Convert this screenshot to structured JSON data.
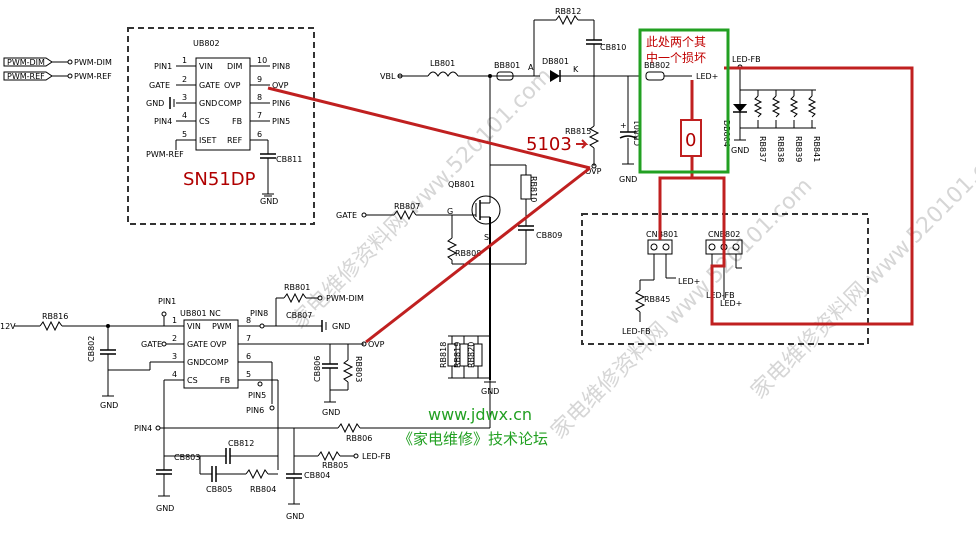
{
  "diagram": {
    "ub802": {
      "ref": "UB802",
      "name": "SN51DP",
      "left_pins": [
        {
          "num": "1",
          "name": "VIN",
          "net": "PIN1"
        },
        {
          "num": "2",
          "name": "GATE",
          "net": "GATE"
        },
        {
          "num": "3",
          "name": "GND",
          "net": "GND"
        },
        {
          "num": "4",
          "name": "CS",
          "net": "PIN4"
        },
        {
          "num": "5",
          "name": "ISET",
          "net": "PWM-REF"
        }
      ],
      "right_pins": [
        {
          "num": "10",
          "name": "DIM",
          "net": "PIN8"
        },
        {
          "num": "9",
          "name": "OVP",
          "net": "OVP"
        },
        {
          "num": "8",
          "name": "COMP",
          "net": "PIN6"
        },
        {
          "num": "7",
          "name": "FB",
          "net": "PIN5"
        },
        {
          "num": "6",
          "name": "REF",
          "net": ""
        }
      ],
      "cap": "CB811",
      "gnd": "GND"
    },
    "ub801": {
      "ref": "UB801 NC",
      "left_pins": [
        {
          "num": "1",
          "name": "VIN",
          "net": "PIN1"
        },
        {
          "num": "2",
          "name": "GATE",
          "net": "GATE"
        },
        {
          "num": "3",
          "name": "GND",
          "net": ""
        },
        {
          "num": "4",
          "name": "CS",
          "net": ""
        }
      ],
      "right_pins": [
        {
          "num": "8",
          "name": "PWM",
          "net": "PIN8"
        },
        {
          "num": "7",
          "name": "OVP",
          "net": "OVP"
        },
        {
          "num": "6",
          "name": "COMP",
          "net": "PIN6"
        },
        {
          "num": "5",
          "name": "FB",
          "net": "PIN5"
        }
      ]
    },
    "top_left": {
      "pwm_dim": "PWM-DIM",
      "pwm_ref": "PWM-REF"
    },
    "net_labels": {
      "vbl": "VBL",
      "gate": "GATE",
      "ovp": "OVP",
      "twelve_v": "12V",
      "pin1": "PIN1",
      "pin4": "PIN4",
      "pin5": "PIN5",
      "pin6": "PIN6",
      "pin8": "PIN8",
      "pwm_dim": "PWM-DIM",
      "gnd": "GND",
      "led_fb": "LED-FB",
      "led_plus": "LED+",
      "k": "K",
      "a": "A",
      "g": "G",
      "s": "S"
    },
    "components": {
      "rb812": "RB812",
      "cb810": "CB810",
      "lb801": "LB801",
      "bb801": "BB801",
      "db801": "DB801",
      "rb815": "RB815",
      "cb801": "CB801",
      "qb801": "QB801",
      "rb810": "RB810",
      "rb807": "RB807",
      "rb808": "RB808",
      "cb809": "CB809",
      "bb802": "BB802",
      "db804": "DB804",
      "rb837": "RB837",
      "rb838": "RB838",
      "rb839": "RB839",
      "rb841": "RB841",
      "cnb801": "CNB801",
      "cnb802": "CNB802",
      "rb845": "RB845",
      "rb816": "RB816",
      "cb802": "CB802",
      "rb801": "RB801",
      "cb807": "CB807",
      "cb806": "CB806",
      "rb803": "RB803",
      "rb818": "RB818",
      "rb819": "RB819",
      "rb820": "RB820",
      "rb806": "RB806",
      "rb805": "RB805",
      "cb812": "CB812",
      "cb803": "CB803",
      "cb805": "CB805",
      "rb804": "RB804",
      "cb804": "CB804"
    },
    "annotations": {
      "value_5103": "5103",
      "zero": "0",
      "note_line1": "此处两个其",
      "note_line2": "中一个损坏"
    },
    "footer": {
      "site": "www.jdwx.cn",
      "forum": "《家电维修》技术论坛"
    },
    "watermark": "家电维修资料网 www.520101.com",
    "colors": {
      "red": "#c02020",
      "green": "#22a022",
      "dashed": "#333333"
    }
  }
}
